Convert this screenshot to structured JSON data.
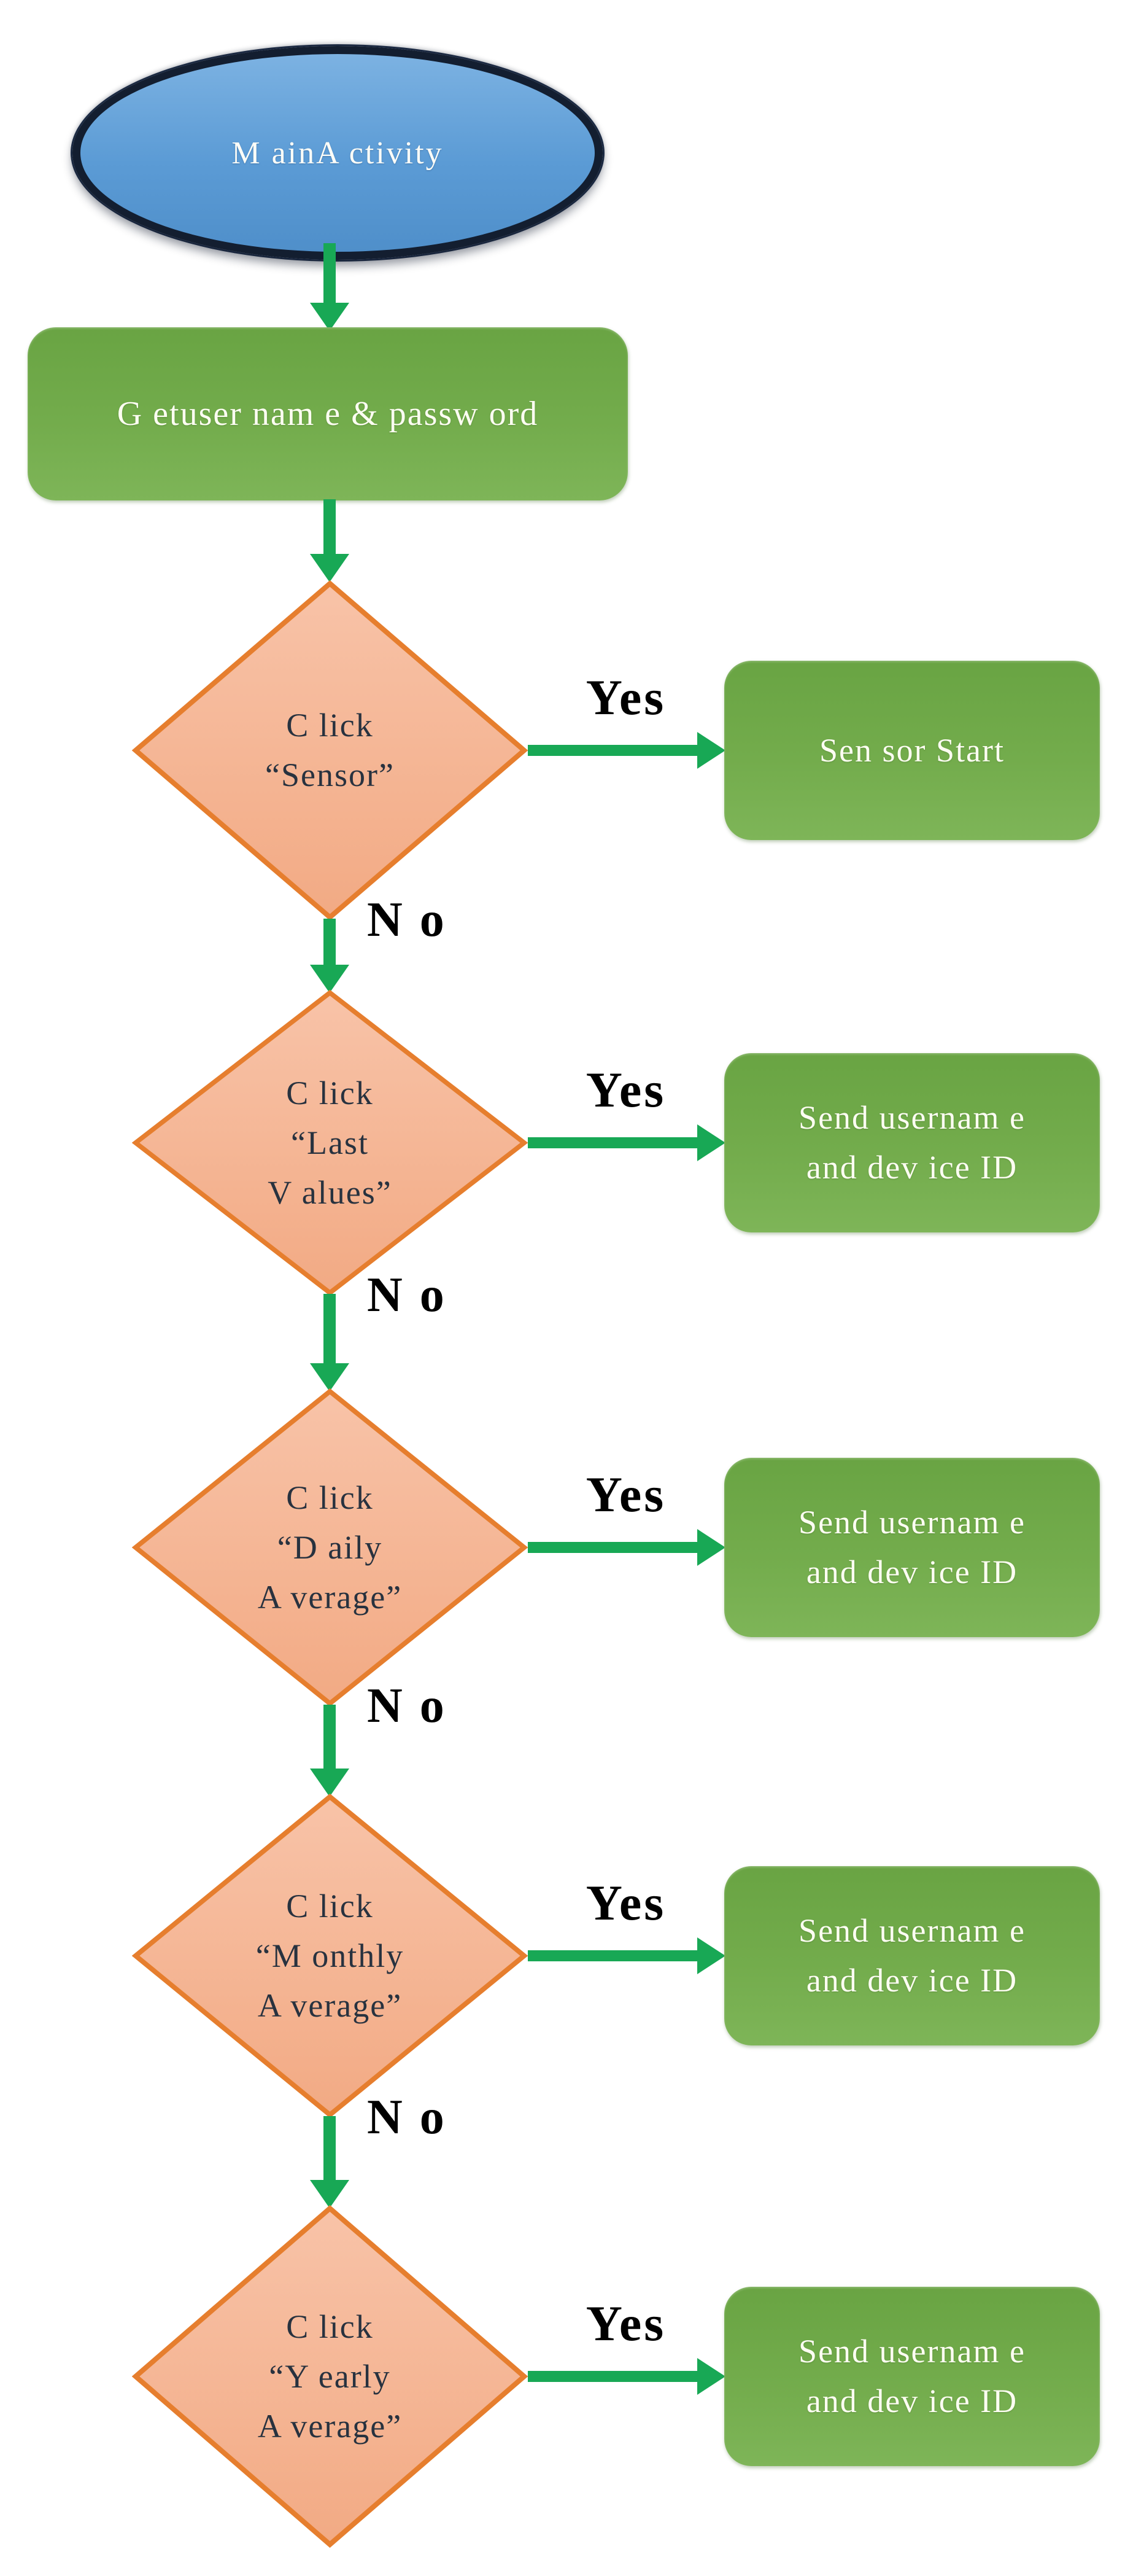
{
  "flowchart": {
    "start": {
      "label": "M ainA ctivity"
    },
    "process": {
      "label": "G etuser nam e & passw ord"
    },
    "rows": [
      {
        "decision_text": "C lick\n“Sensor”",
        "yes_label": "Yes",
        "no_label": "N o",
        "result_text": "Sen sor Start"
      },
      {
        "decision_text": "C lick\n“Last\nV alues”",
        "yes_label": "Yes",
        "no_label": "N o",
        "result_text": "Send usernam e\nand dev ice ID"
      },
      {
        "decision_text": "C lick\n“D aily\nA verage”",
        "yes_label": "Yes",
        "no_label": "N o",
        "result_text": "Send usernam e\nand dev ice ID"
      },
      {
        "decision_text": "C lick\n“M onthly\nA verage”",
        "yes_label": "Yes",
        "no_label": "N o",
        "result_text": "Send usernam e\nand dev ice ID"
      },
      {
        "decision_text": "C lick\n“Y early\nA verage”",
        "yes_label": "Yes",
        "no_label": null,
        "result_text": "Send usernam e\nand dev ice ID"
      }
    ],
    "colors": {
      "start_fill": "#5b9bd5",
      "start_border": "#131e30",
      "process_fill": "#73ac4c",
      "decision_fill": "#f5b698",
      "decision_border": "#e67e2e",
      "arrow": "#18a855",
      "node_text": "#fdfdf2",
      "decision_text": "#28323f",
      "label_text": "#000000"
    }
  }
}
